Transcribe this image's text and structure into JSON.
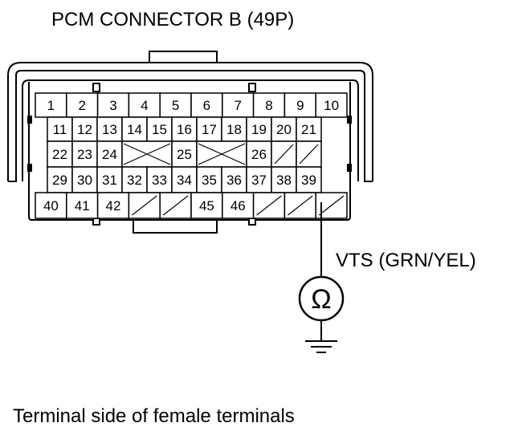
{
  "title": "PCM CONNECTOR B (49P)",
  "caption": "Terminal side of female terminals",
  "wire_label": "VTS (GRN/YEL)",
  "meter_symbol": "Ω",
  "meter_icon": "ohmmeter-icon",
  "ground_icon": "ground-icon",
  "connector": {
    "rows": [
      {
        "cells": [
          {
            "type": "pin",
            "label": "1"
          },
          {
            "type": "pin",
            "label": "2"
          },
          {
            "type": "pin",
            "label": "3"
          },
          {
            "type": "pin",
            "label": "4"
          },
          {
            "type": "pin",
            "label": "5"
          },
          {
            "type": "pin",
            "label": "6"
          },
          {
            "type": "pin",
            "label": "7"
          },
          {
            "type": "pin",
            "label": "8"
          },
          {
            "type": "pin",
            "label": "9"
          },
          {
            "type": "pin",
            "label": "10"
          }
        ]
      },
      {
        "cells": [
          {
            "type": "pin",
            "label": "11"
          },
          {
            "type": "pin",
            "label": "12"
          },
          {
            "type": "pin",
            "label": "13"
          },
          {
            "type": "pin",
            "label": "14"
          },
          {
            "type": "pin",
            "label": "15"
          },
          {
            "type": "pin",
            "label": "16"
          },
          {
            "type": "pin",
            "label": "17"
          },
          {
            "type": "pin",
            "label": "18"
          },
          {
            "type": "pin",
            "label": "19"
          },
          {
            "type": "pin",
            "label": "20"
          },
          {
            "type": "pin",
            "label": "21"
          }
        ]
      },
      {
        "cells": [
          {
            "type": "pin",
            "label": "22"
          },
          {
            "type": "pin",
            "label": "23"
          },
          {
            "type": "pin",
            "label": "24"
          },
          {
            "type": "blocked"
          },
          {
            "type": "pin",
            "label": "25"
          },
          {
            "type": "blocked"
          },
          {
            "type": "pin",
            "label": "26"
          },
          {
            "type": "empty"
          },
          {
            "type": "empty"
          }
        ]
      },
      {
        "cells": [
          {
            "type": "pin",
            "label": "29"
          },
          {
            "type": "pin",
            "label": "30"
          },
          {
            "type": "pin",
            "label": "31"
          },
          {
            "type": "pin",
            "label": "32"
          },
          {
            "type": "pin",
            "label": "33"
          },
          {
            "type": "pin",
            "label": "34"
          },
          {
            "type": "pin",
            "label": "35"
          },
          {
            "type": "pin",
            "label": "36"
          },
          {
            "type": "pin",
            "label": "37"
          },
          {
            "type": "pin",
            "label": "38"
          },
          {
            "type": "pin",
            "label": "39"
          }
        ]
      },
      {
        "cells": [
          {
            "type": "pin",
            "label": "40"
          },
          {
            "type": "pin",
            "label": "41"
          },
          {
            "type": "pin",
            "label": "42"
          },
          {
            "type": "empty"
          },
          {
            "type": "empty"
          },
          {
            "type": "pin",
            "label": "45"
          },
          {
            "type": "pin",
            "label": "46"
          },
          {
            "type": "empty"
          },
          {
            "type": "empty"
          },
          {
            "type": "empty"
          }
        ]
      }
    ]
  }
}
